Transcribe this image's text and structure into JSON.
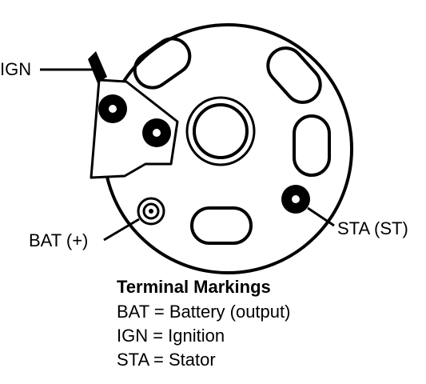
{
  "labels": {
    "ign": "IGN",
    "bat": "BAT (+)",
    "sta": "STA (ST)"
  },
  "legend": {
    "title": "Terminal Markings",
    "rows": [
      "BAT = Battery (output)",
      "IGN = Ignition",
      "STA = Stator"
    ]
  },
  "colors": {
    "ink": "#000000",
    "paper": "#ffffff"
  }
}
